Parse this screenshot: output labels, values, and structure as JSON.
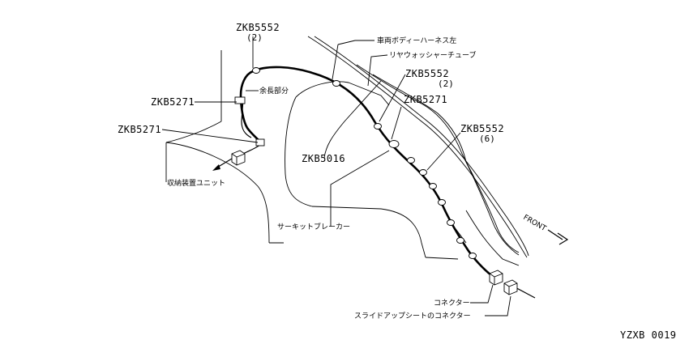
{
  "labels": {
    "zkb5552_top": "ZKB5552",
    "zkb5552_top_qty": "(2)",
    "amari_bubun": "余長部分",
    "zkb5271_left_upper": "ZKB5271",
    "zkb5271_left_lower": "ZKB5271",
    "shuno_unit": "収納装置ユニット",
    "body_harness": "車両ボディーハーネス左",
    "washer_tube": "リヤウォッシャーチューブ",
    "zkb5552_mid": "ZKB5552",
    "zkb5552_mid_qty": "(2)",
    "zkb5271_mid": "ZKB5271",
    "zkb5016": "ZKB5016",
    "zkb5552_right": "ZKB5552",
    "zkb5552_right_qty": "(6)",
    "front": "FRONT",
    "circuit_breaker": "サーキットブレーカー",
    "connector": "コネクター",
    "slide_seat_connector": "スライドアップシートのコネクター",
    "figure_code": "YZXB 0019"
  }
}
